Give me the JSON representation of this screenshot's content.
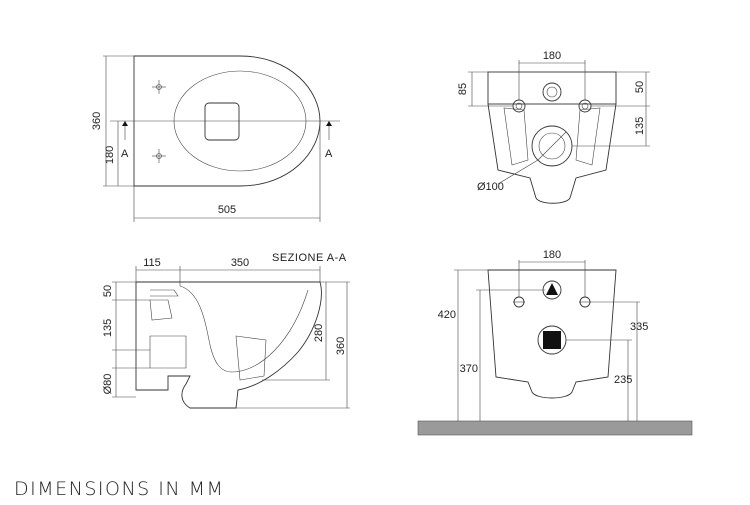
{
  "top_view": {
    "width_label": "505",
    "height_label": "360",
    "half_height_label": "180",
    "section_left": "A",
    "section_right": "A"
  },
  "rear_view": {
    "hole_spacing_label": "180",
    "left_height_label": "85",
    "right_top_label": "50",
    "right_mid_label": "135",
    "pipe_label": "Ø100"
  },
  "section_view": {
    "title": "SEZIONE A-A",
    "left_offset_label": "115",
    "length_label": "350",
    "top_label": "50",
    "mid_label": "135",
    "pipe_label": "Ø80",
    "inner_height_label": "280",
    "outer_height_label": "360"
  },
  "front_view": {
    "hole_spacing_label": "180",
    "left_total_label": "420",
    "left_lower_label": "370",
    "right_upper_label": "335",
    "right_lower_label": "235"
  },
  "footer": {
    "title": "DIMENSIONS IN MM"
  }
}
